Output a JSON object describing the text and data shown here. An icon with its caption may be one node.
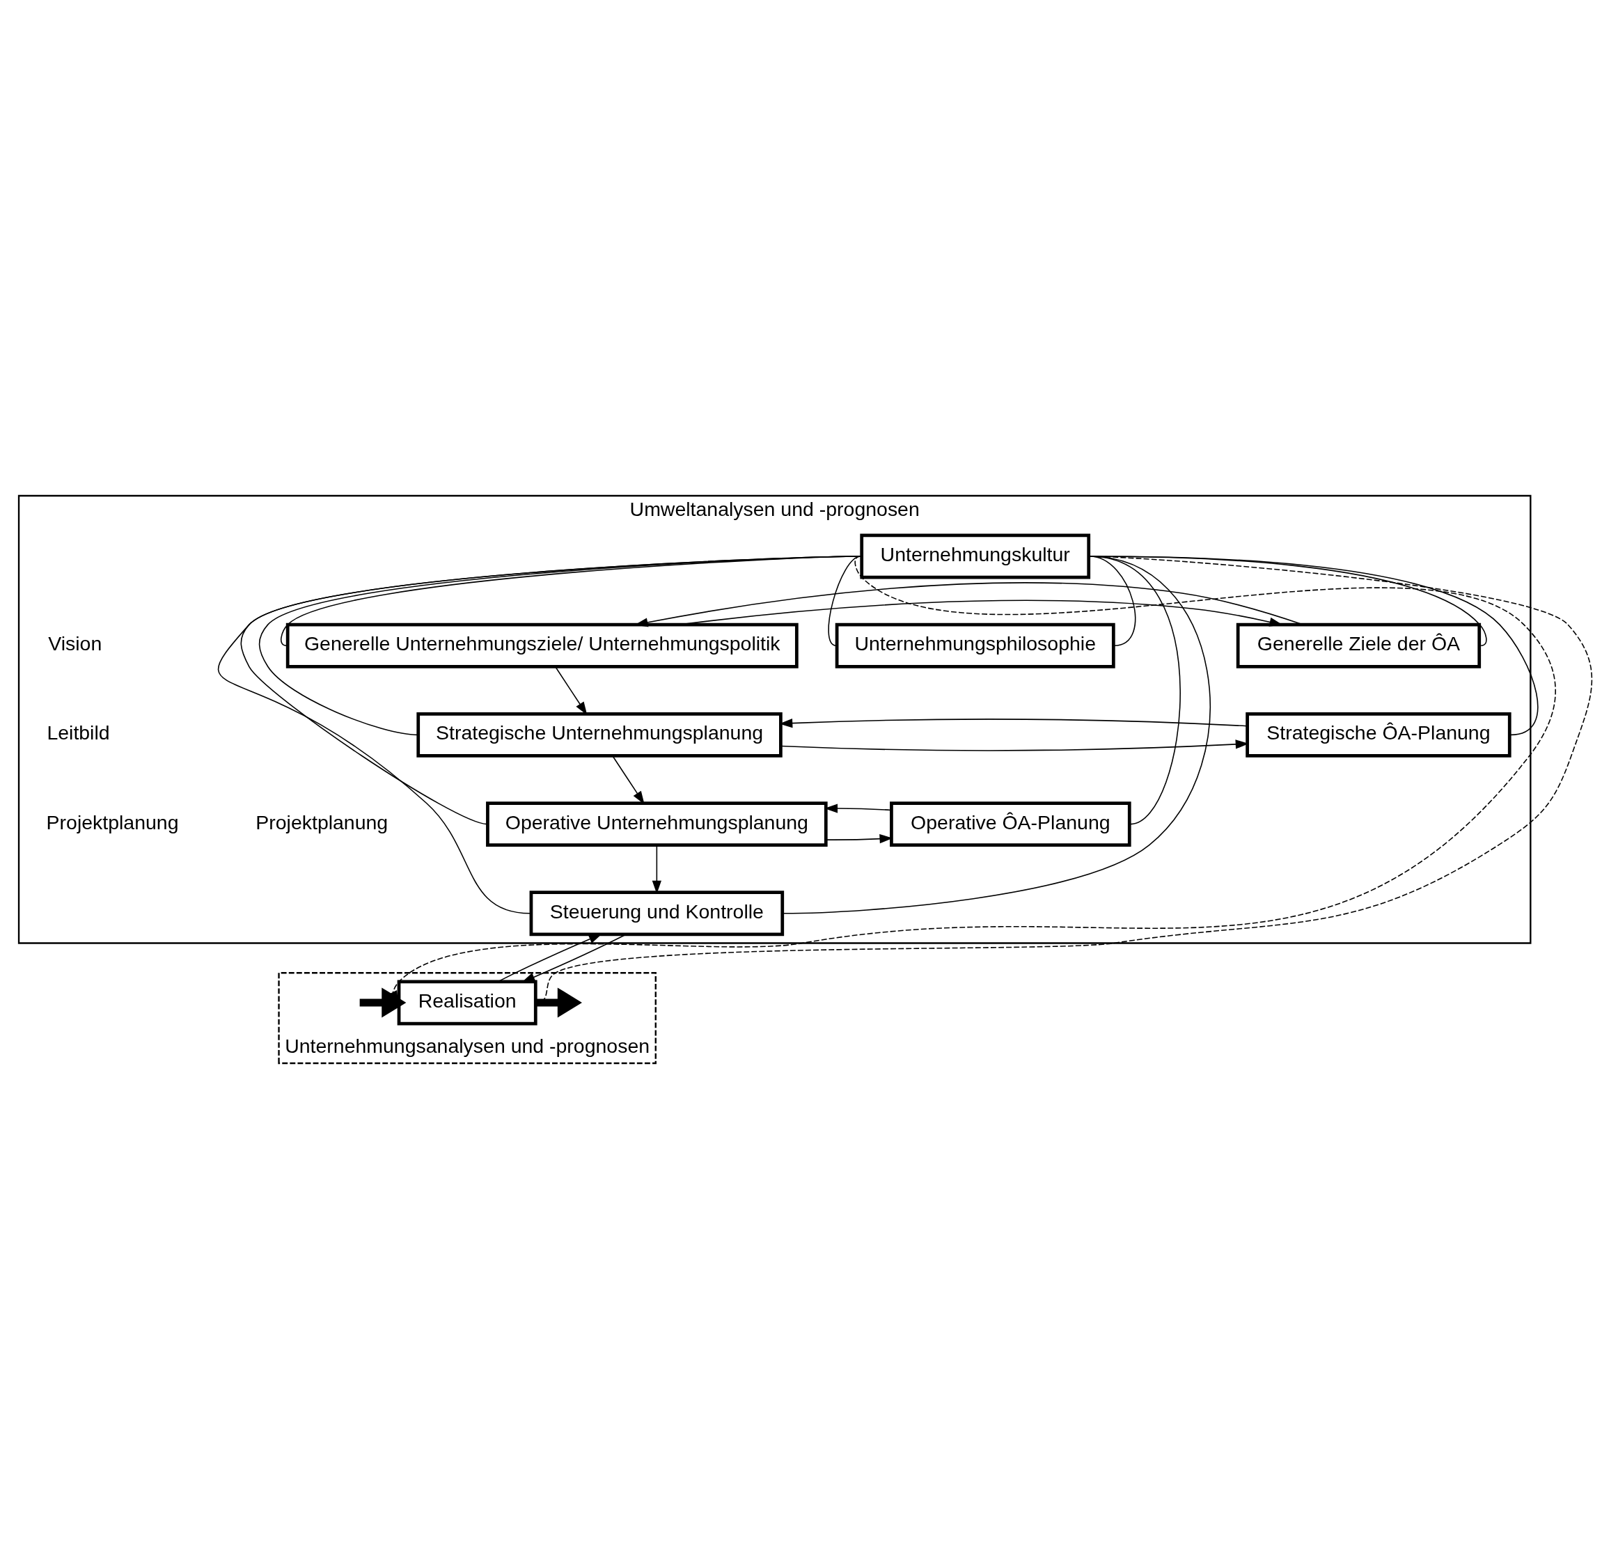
{
  "diagram": {
    "nodes": [
      {
        "text": [
          "Umweltanalysen und -prognosen"
        ]
      },
      {
        "text": [
          "Unternehmungskultur"
        ],
        "in": 0
      },
      {
        "text": [
          "Unternehmungsphilosophie"
        ],
        "in": 0
      },
      {
        "text": [
          "Generelle Unternehmungsziele/ Unternehmungspolitik"
        ],
        "in": 0
      },
      {
        "text": [
          "Strategische Unternehmungsplanung"
        ],
        "in": 0
      },
      {
        "text": [
          "Operative Unternehmungsplanung"
        ],
        "in": 0
      },
      {
        "text": [
          "Generelle Ziele der ÔA"
        ],
        "in": 0
      },
      {
        "text": [
          "Strategische ÔA-Planung"
        ],
        "in": 0
      },
      {
        "text": [
          "Operative ÔA-Planung"
        ],
        "in": 0
      },
      {
        "text": [
          "Steuerung und Kontrolle"
        ],
        "in": 0
      },
      {
        "text": [
          "Unternehmungsanalysen und -prognosen"
        ]
      },
      {
        "text": [
          "Realisation"
        ],
        "in": 10
      }
    ],
    "edges": [
      {
        "from": 3,
        "to": 6,
        "arrow": "to"
      },
      {
        "from": 6,
        "to": 3,
        "arrow": "to"
      },
      {
        "from": 4,
        "to": 7,
        "arrow": "to"
      },
      {
        "from": 7,
        "to": 4,
        "arrow": "to"
      },
      {
        "from": 5,
        "to": 8,
        "arrow": "to"
      },
      {
        "from": 8,
        "to": 5,
        "arrow": "to"
      },
      {
        "from": 3,
        "to": 4,
        "arrow": "to"
      },
      {
        "from": 4,
        "to": 5,
        "arrow": "to"
      },
      {
        "from": 5,
        "to": 9,
        "arrow": "to"
      },
      {
        "from": 9,
        "to": 11,
        "arrow": "to"
      },
      {
        "from": 11,
        "to": 9,
        "arrow": "to"
      },
      {
        "from": null,
        "to": 11,
        "arrow": "to",
        "style": "thick"
      },
      {
        "from": 11,
        "to": null,
        "arrow": "to",
        "style": "thick"
      },
      {
        "from": 1,
        "to": 2,
        "arrow": "none"
      },
      {
        "from": 1,
        "to": 3,
        "arrow": "none"
      },
      {
        "from": 1,
        "to": 4,
        "arrow": "none"
      },
      {
        "from": 1,
        "to": 5,
        "arrow": "none"
      },
      {
        "from": 1,
        "to": 9,
        "arrow": "none"
      },
      {
        "from": 1,
        "to": 2,
        "arrow": "none"
      },
      {
        "from": 1,
        "to": 6,
        "arrow": "none"
      },
      {
        "from": 1,
        "to": 7,
        "arrow": "none"
      },
      {
        "from": 1,
        "to": 8,
        "arrow": "none"
      },
      {
        "from": 1,
        "to": 9,
        "arrow": "none"
      },
      {
        "from": 1,
        "to": 11,
        "arrow": "to",
        "style": "dashed"
      },
      {
        "from": 1,
        "to": 11,
        "arrow": "none",
        "style": "dashed"
      }
    ],
    "labels": [
      "Vision",
      "Leitbild",
      "Projektplanung",
      "Projektplanung"
    ]
  }
}
